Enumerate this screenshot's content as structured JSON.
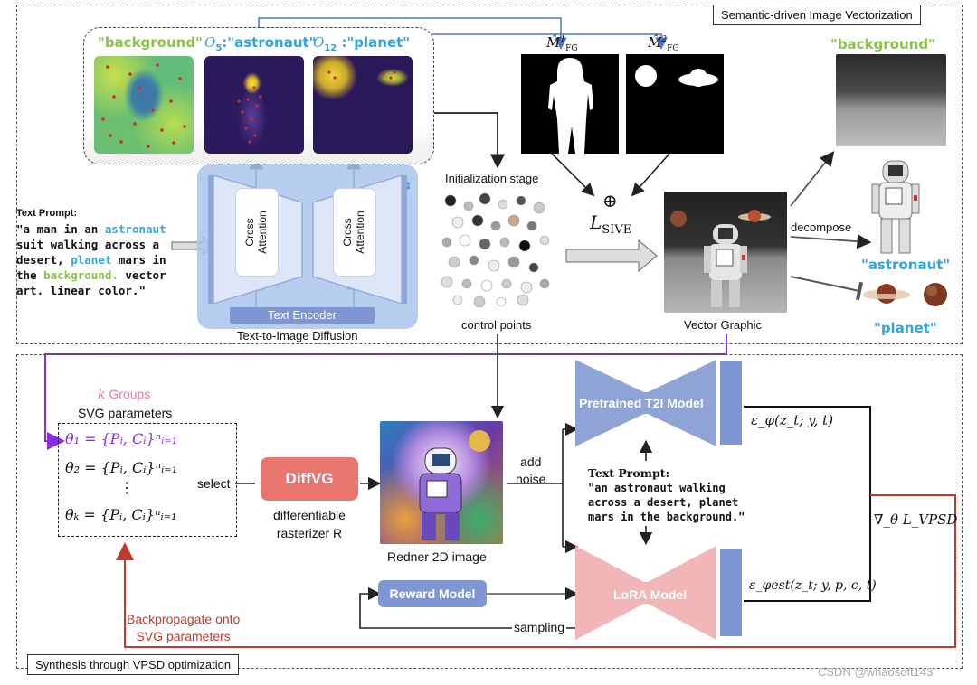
{
  "top": {
    "title": "Semantic-driven Image Vectorization",
    "attn_labels": {
      "background": "\"background\"",
      "astronaut_token": "O",
      "astronaut_sub": "5",
      "astronaut_word": ":\"astronaut\"",
      "planet_token": "O",
      "planet_sub": "12",
      "planet_word": " :\"planet\""
    },
    "mask_labels": {
      "m1": "M̂",
      "m1_sup": "1",
      "m1_sub": "FG",
      "m2": "M̂",
      "m2_sup": "2",
      "m2_sub": "FG"
    },
    "prompt": {
      "heading": "Text Prompt:",
      "p1": "\"a man in an ",
      "w_astronaut": "astronaut",
      "p2": "suit walking across a",
      "p3": "desert, ",
      "w_planet": "planet",
      "p4": " mars in",
      "p5": "the ",
      "w_background": "background.",
      "p6": " vector",
      "p7": "art. linear color.\""
    },
    "cross_attention_1": "Cross\nAttention",
    "cross_attention_2": "Cross\nAttention",
    "text_encoder": "Text Encoder",
    "diffusion_label": "Text-to-Image Diffusion",
    "init_stage": "Initialization stage",
    "control_points": "control points",
    "loss": "L",
    "loss_sub": "SIVE",
    "oplus": "⊕",
    "vector_graphic": "Vector Graphic",
    "decompose": "decompose",
    "out_background": "\"background\"",
    "out_astronaut": "\"astronaut\"",
    "out_planet": "\"planet\""
  },
  "bottom": {
    "title": "Synthesis through VPSD optimization",
    "k_groups_k": "k",
    "k_groups": " Groups",
    "svg_params": "SVG parameters",
    "theta1": "θ₁ = {Pᵢ, Cᵢ}ⁿᵢ₌₁",
    "theta2": "θ₂ = {Pᵢ, Cᵢ}ⁿᵢ₌₁",
    "vdots": "⋮",
    "thetak": "θₖ = {Pᵢ, Cᵢ}ⁿᵢ₌₁",
    "select": "select",
    "diffvg": "DiffVG",
    "rasterizer": "differentiable\nrasterizer R",
    "render_label": "Redner 2D image",
    "add_noise": "add\nnoise",
    "pretrained": "Pretrained T2I Model",
    "eps_phi": "ε_φ(z_t; y, t)",
    "prompt_heading": "Text Prompt:",
    "prompt_body": "\"an astronaut walking\nacross a desert, planet\nmars in the background.\"",
    "grad": "∇_θ L_VPSD",
    "lora": "LoRA Model",
    "eps_est": "ε_φest(z_t; y, p, c, t)",
    "reward": "Reward Model",
    "sampling": "sampling",
    "backprop": "Backpropagate onto\nSVG parameters"
  },
  "watermark": "CSDN @whaosoft143",
  "colors": {
    "astronaut_blue": "#2fa6e0",
    "background_green": "#8bc34a",
    "purple": "#8a2be2",
    "red": "#c0392b",
    "diffvg": "#e8766f",
    "pretrained": "#8fa3d6",
    "lora": "#f2b6b8",
    "reward": "#7f96d4",
    "unet_bg": "#a9c4ec"
  }
}
